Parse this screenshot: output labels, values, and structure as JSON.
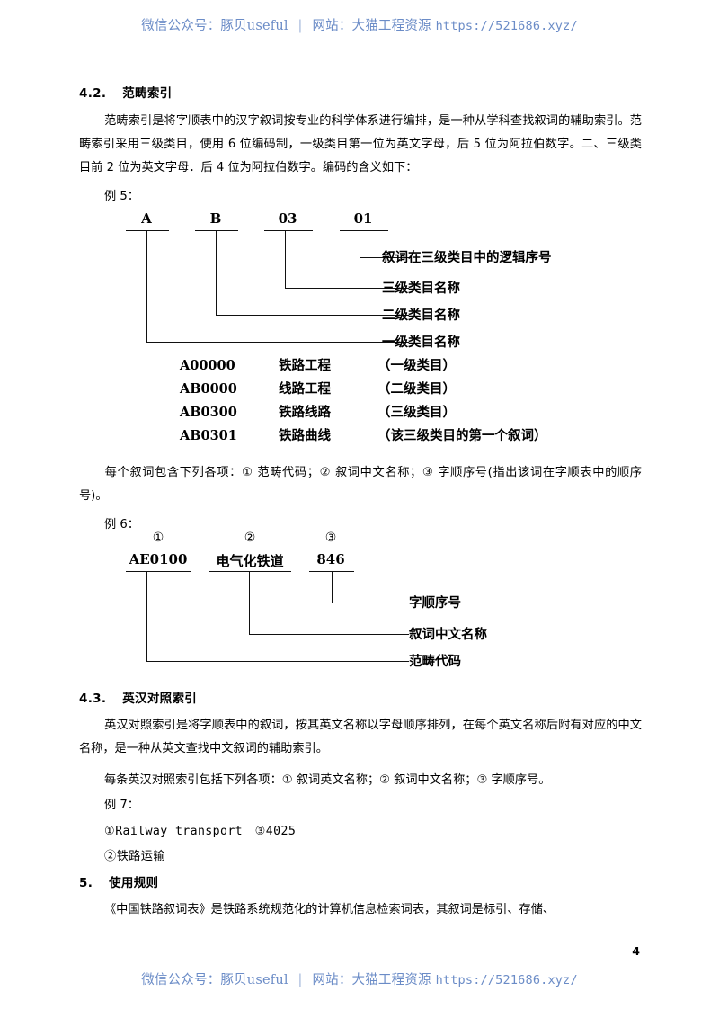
{
  "watermark": {
    "wechat_label": "微信公众号：豚贝useful",
    "separator": "|",
    "site_label": "网站：大猫工程资源",
    "url": "https://521686.xyz/"
  },
  "page_number": "4",
  "sections": {
    "s42": {
      "number": "4.2.",
      "title": "范畴索引",
      "paragraph": "范畴索引是将字顺表中的汉字叙词按专业的科学体系进行编排，是一种从学科查找叙词的辅助索引。范畴索引采用三级类目，使用 6 位编码制，一级类目第一位为英文字母，后 5 位为阿拉伯数字。二、三级类目前 2 位为英文字母．后 4 位为阿拉伯数字。编码的含义如下：",
      "example_label": "例 5：",
      "note_paragraph": "每个叙词包含下列各项：① 范畴代码；② 叙词中文名称；③ 字顺序号(指出该词在字顺表中的顺序号)。",
      "example6_label": "例 6："
    },
    "s43": {
      "number": "4.3.",
      "title": "英汉对照索引",
      "paragraph": "英汉对照索引是将字顺表中的叙词，按其英文名称以字母顺序排列，在每个英文名称后附有对应的中文名称，是一种从英文查找中文叙词的辅助索引。",
      "note_paragraph": "每条英汉对照索引包括下列各项：① 叙词英文名称；② 叙词中文名称；③ 字顺序号。",
      "example_label": "例 7：",
      "example_line1": "①Railway transport　③4025",
      "example_line2": "②铁路运输"
    },
    "s5": {
      "number": "5.",
      "title": "使用规则",
      "paragraph": "《中国铁路叙词表》是铁路系统规范化的计算机信息检索词表，其叙词是标引、存储、"
    }
  },
  "diagram5": {
    "tokens": [
      "A",
      "B",
      "03",
      "01"
    ],
    "labels": [
      "叙词在三级类目中的逻辑序号",
      "三级类目名称",
      "二级类目名称",
      "一级类目名称"
    ]
  },
  "code_table": {
    "rows": [
      {
        "code": "A00000",
        "name": "铁路工程",
        "note": "（一级类目）"
      },
      {
        "code": "AB0000",
        "name": "线路工程",
        "note": "（二级类目）"
      },
      {
        "code": "AB0300",
        "name": "铁路线路",
        "note": "（三级类目）"
      },
      {
        "code": "AB0301",
        "name": "铁路曲线",
        "note": "（该三级类目的第一个叙词）"
      }
    ]
  },
  "diagram6": {
    "circled": [
      "①",
      "②",
      "③"
    ],
    "tokens": [
      "AE0100",
      "电气化铁道",
      "846"
    ],
    "labels": [
      "字顺序号",
      "叙词中文名称",
      "范畴代码"
    ]
  }
}
